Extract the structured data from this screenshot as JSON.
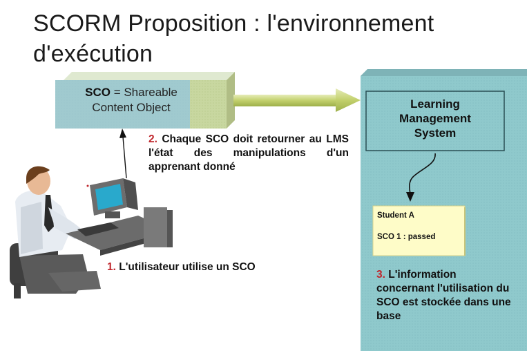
{
  "title": {
    "line1": "SCORM Proposition : l'environnement",
    "line2": "d'exécution"
  },
  "sco_box": {
    "bold_label": "SCO",
    "rest_line1": " = Shareable",
    "line2": "Content Object"
  },
  "lms_box": {
    "line1": "Learning",
    "line2": "Management",
    "line3": "System"
  },
  "student_record": {
    "name": "Student A",
    "status": "SCO 1 : passed"
  },
  "steps": {
    "step1": {
      "num": "1.",
      "text": " L'utilisateur utilise un SCO"
    },
    "step2": {
      "num": "2.",
      "text": " Chaque SCO doit retourner au LMS l'état des manipulations d'un apprenant donné"
    },
    "step3": {
      "num": "3.",
      "text": " L'information concernant l'utilisation du SCO est stockée dans une base"
    }
  },
  "colors": {
    "teal_box": "#8fc9cc",
    "teal_dark": "#5da9ad",
    "sco_front": "#a9cbd0",
    "sco_side": "#c8d7a0",
    "arrow": "#c9d77e",
    "note": "#fefcc8",
    "accent_number": "#c0272d"
  },
  "icons": [
    "computer-user-illustration",
    "arrow-right-icon"
  ]
}
